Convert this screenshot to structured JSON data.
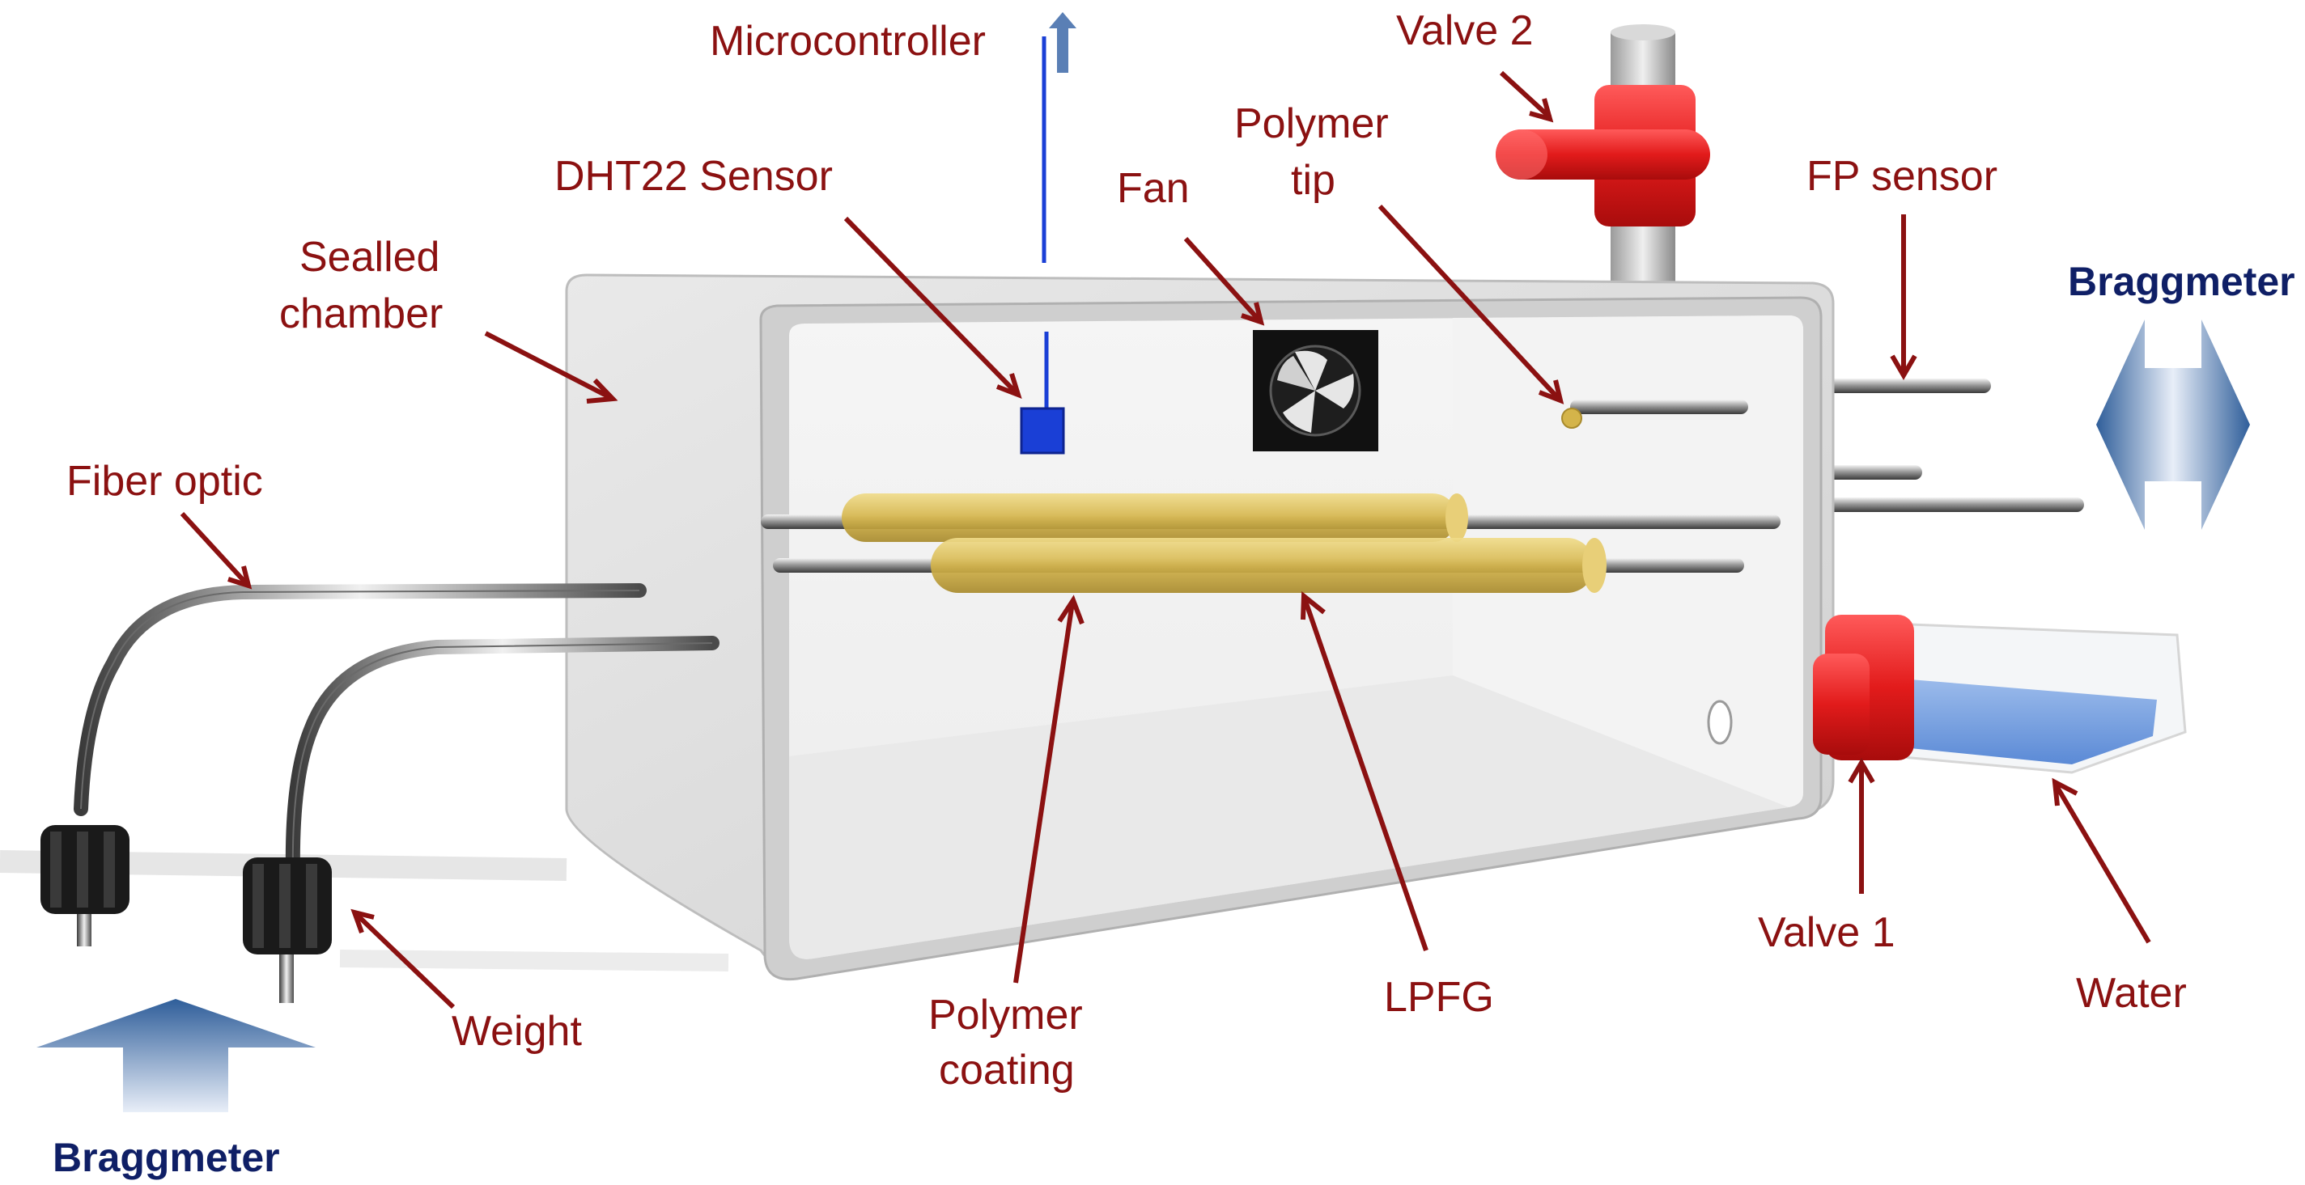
{
  "labels": {
    "microcontroller": "Microcontroller",
    "valve2": "Valve 2",
    "polymer_tip_line1": "Polymer",
    "polymer_tip_line2": "tip",
    "dht22": "DHT22 Sensor",
    "fan": "Fan",
    "sealed_line1": "Sealled",
    "sealed_line2": "chamber",
    "fp_sensor": "FP sensor",
    "braggmeter_right": "Braggmeter",
    "fiber_optic": "Fiber optic",
    "weight": "Weight",
    "polymer_coating_line1": "Polymer",
    "polymer_coating_line2": "coating",
    "lpfg": "LPFG",
    "valve1": "Valve 1",
    "water": "Water",
    "braggmeter_bottom": "Braggmeter"
  },
  "colors": {
    "label_text": "#8b1111",
    "braggmeter_text": "#0f1f66",
    "valve": "#e21b1b",
    "polymer": "#d4b44a",
    "sensor": "#1a3fd6",
    "water": "#6f9ee0"
  }
}
